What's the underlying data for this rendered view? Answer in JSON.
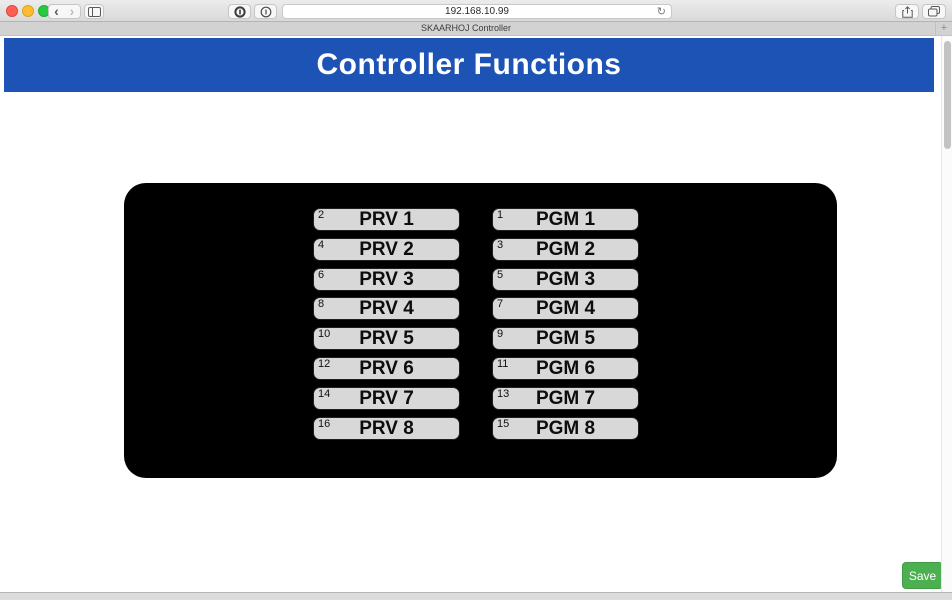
{
  "browser": {
    "url": "192.168.10.99",
    "tab_title": "SKAARHOJ Controller",
    "new_tab_label": "+"
  },
  "icons": {
    "back": "‹",
    "forward": "›",
    "reload": "↻"
  },
  "page": {
    "title": "Controller Functions",
    "save_label": "Save"
  },
  "panel": {
    "columns": [
      {
        "id": "prv",
        "buttons": [
          {
            "num": "2",
            "label": "PRV 1"
          },
          {
            "num": "4",
            "label": "PRV 2"
          },
          {
            "num": "6",
            "label": "PRV 3"
          },
          {
            "num": "8",
            "label": "PRV 4"
          },
          {
            "num": "10",
            "label": "PRV 5"
          },
          {
            "num": "12",
            "label": "PRV 6"
          },
          {
            "num": "14",
            "label": "PRV 7"
          },
          {
            "num": "16",
            "label": "PRV 8"
          }
        ]
      },
      {
        "id": "pgm",
        "buttons": [
          {
            "num": "1",
            "label": "PGM 1"
          },
          {
            "num": "3",
            "label": "PGM 2"
          },
          {
            "num": "5",
            "label": "PGM 3"
          },
          {
            "num": "7",
            "label": "PGM 4"
          },
          {
            "num": "9",
            "label": "PGM 5"
          },
          {
            "num": "11",
            "label": "PGM 6"
          },
          {
            "num": "13",
            "label": "PGM 7"
          },
          {
            "num": "15",
            "label": "PGM 8"
          }
        ]
      }
    ]
  },
  "colors": {
    "header_blue": "#1d53b4",
    "panel_black": "#000000",
    "button_gray": "#d8d8d8",
    "save_green": "#4caf50"
  }
}
